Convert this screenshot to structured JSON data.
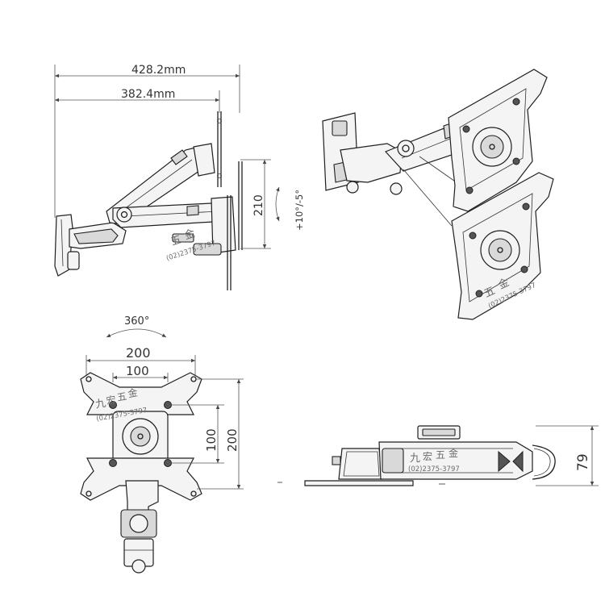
{
  "dimensions": {
    "side_total": "428.2",
    "side_total_unit": "mm",
    "side_arm": "382.4",
    "side_arm_unit": "mm",
    "height_range": "210",
    "tilt": "+10°/-5°",
    "rotation": "360°",
    "vesa_outer": "200",
    "vesa_inner": "100",
    "vesa_inner_v": "100",
    "vesa_outer_v": "200",
    "depth": "79"
  },
  "watermark": {
    "chars": [
      "九",
      "宏",
      "五",
      "金"
    ],
    "phone": "(02)2375-3797"
  },
  "colors": {
    "line": "#1f1f1f",
    "dimension": "#555555",
    "watermark": "#6b6b6b"
  }
}
